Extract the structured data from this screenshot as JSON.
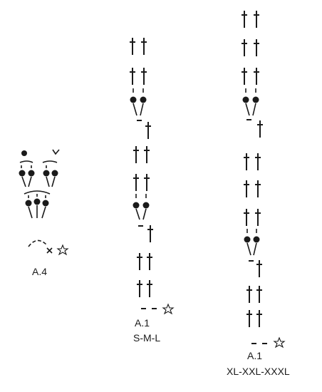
{
  "diagrams": [
    {
      "title": "A.4",
      "subtitle": "",
      "symbols": [
        "dot",
        "v-stitch",
        "cluster-bobbles",
        "bobble-row",
        "chain-arc",
        "x-stitch",
        "star"
      ]
    },
    {
      "title": "A.1",
      "subtitle": "S-M-L",
      "symbols": [
        "treble-pair",
        "bobble-pair",
        "dash-treble",
        "dash-row",
        "star"
      ]
    },
    {
      "title": "A.1",
      "subtitle": "XL-XXL-XXXL",
      "symbols": [
        "treble-pair",
        "bobble-pair",
        "dash-treble",
        "dash-row",
        "star"
      ]
    }
  ],
  "colors": {
    "ink": "#1a1a1a",
    "background": "#ffffff"
  }
}
